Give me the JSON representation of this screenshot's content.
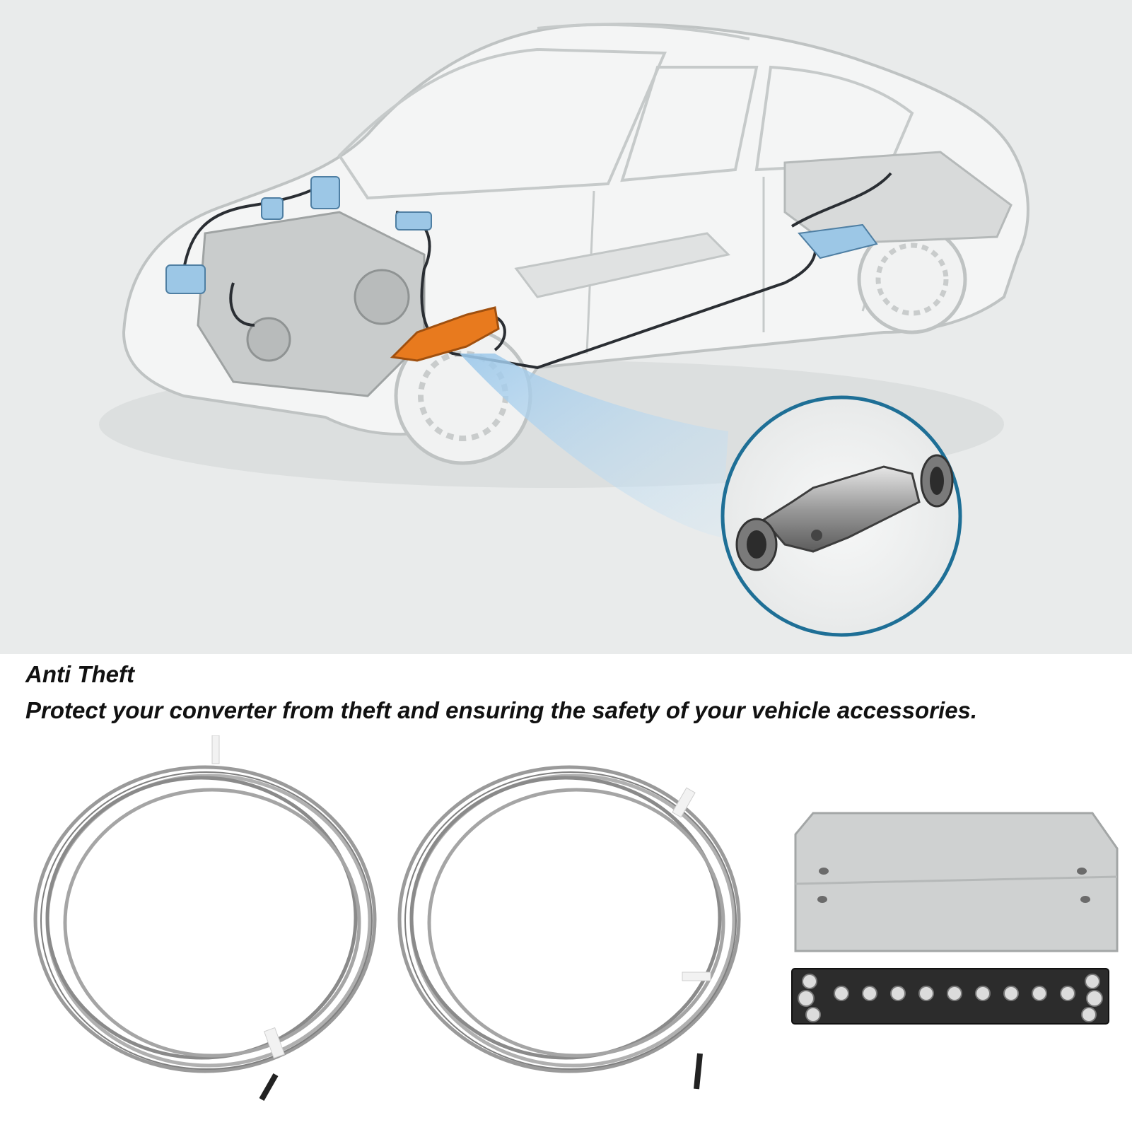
{
  "caption": {
    "title": "Anti Theft",
    "description": "Protect your converter from theft and ensuring the safety of your vehicle accessories."
  },
  "colors": {
    "scene_background": "#e9ebeb",
    "converter_highlight": "#e87a1e",
    "sensor_blue": "#9cc7e6",
    "callout_ring": "#1e6f96",
    "cable_gray": "#9a9a9a"
  },
  "illustration": {
    "vehicle": "car-cutaway",
    "callout_item": "catalytic-converter",
    "parts": [
      "steel-cable-coil",
      "steel-cable-coil",
      "shield-plate",
      "terminal-bar"
    ]
  }
}
